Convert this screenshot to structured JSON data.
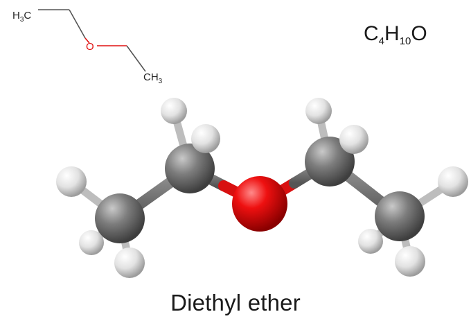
{
  "molecule": {
    "name": "Diethyl ether",
    "formula": {
      "c": "C",
      "c_count": "4",
      "h": "H",
      "h_count": "10",
      "o": "O"
    },
    "skeletal": {
      "left_label": "H",
      "left_sub": "3",
      "left_tail": "C",
      "oxygen_label": "O",
      "right_label": "CH",
      "right_sub": "3"
    }
  },
  "colors": {
    "carbon": "#7b7b7b",
    "oxygen": "#e00000",
    "hydrogen": "#e6e6e6",
    "bond_oxygen": "#e01010",
    "bond_carbon": "#555555"
  }
}
